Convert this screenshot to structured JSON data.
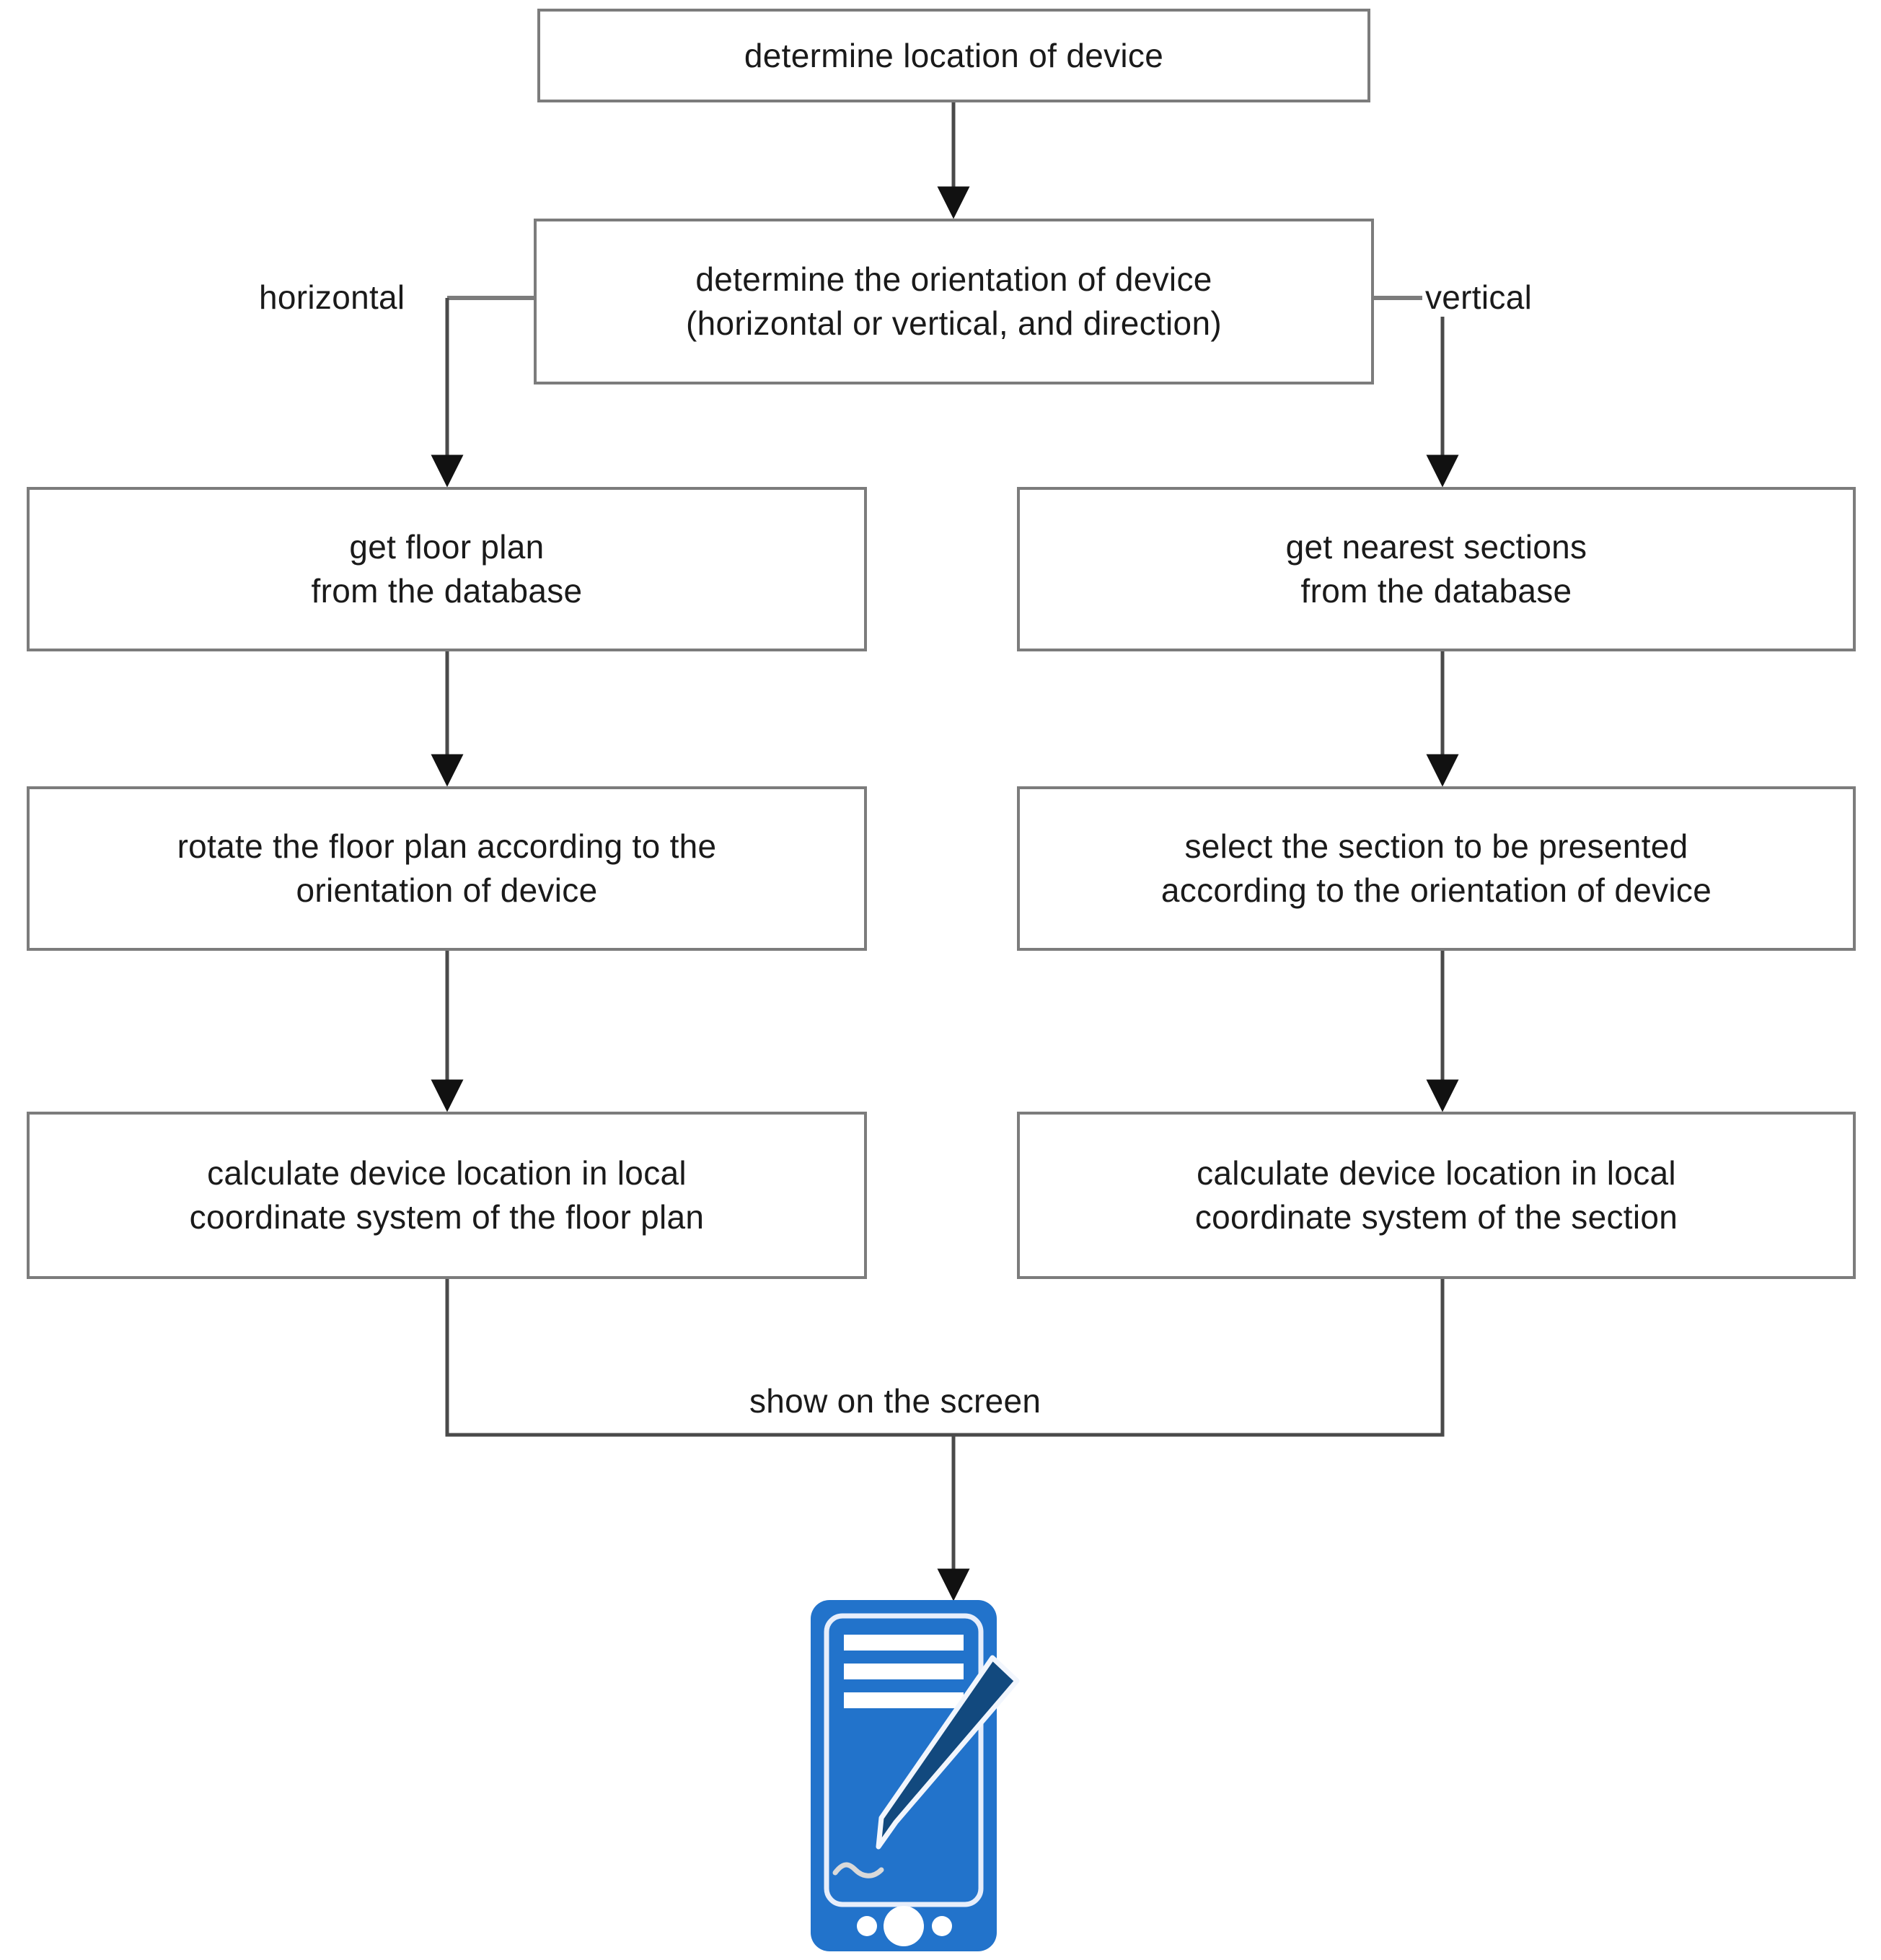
{
  "diagram": {
    "type": "flowchart",
    "title": "device location and orientation presentation flow",
    "nodes": {
      "start": "determine location of device",
      "orientation": "determine the orientation of device\n(horizontal or vertical, and direction)",
      "left_1": "get floor plan\nfrom the database",
      "left_2": "rotate the floor plan according to the\norientation of device",
      "left_3": "calculate device location in local\ncoordinate system of the floor plan",
      "right_1": "get nearest sections\nfrom the database",
      "right_2": "select the section to be presented\naccording to the orientation of device",
      "right_3": "calculate device location in local\ncoordinate system of the section"
    },
    "edge_labels": {
      "horizontal": "horizontal",
      "vertical": "vertical",
      "show": "show on the screen"
    },
    "icons": {
      "device": "pda-stylus-icon"
    },
    "colors": {
      "box_border": "#7c7c7c",
      "box_fill": "#ffffff",
      "text": "#1a1a1a",
      "connector": "#3a3a3a",
      "device_body": "#2273cb",
      "device_stylus": "#12497e",
      "device_screen_line": "#ffffff"
    }
  }
}
